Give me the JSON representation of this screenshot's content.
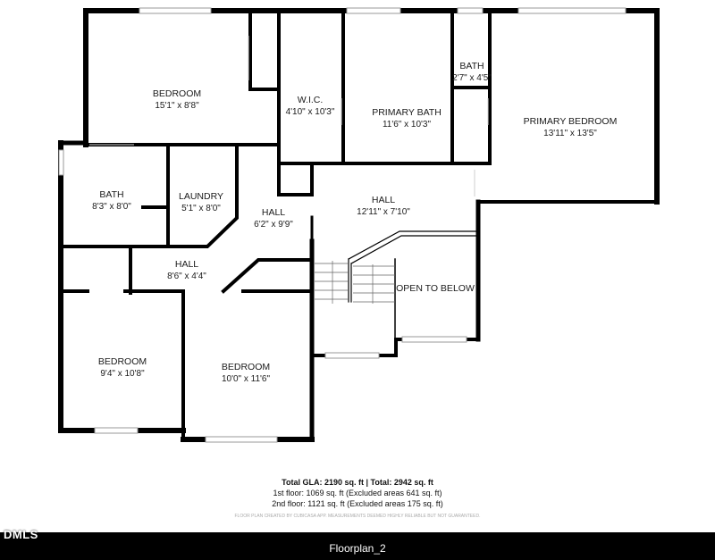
{
  "rooms": [
    {
      "name": "BEDROOM",
      "dim": "15'1\" x 8'8\""
    },
    {
      "name": "W.I.C.",
      "dim": "4'10\" x 10'3\""
    },
    {
      "name": "PRIMARY BATH",
      "dim": "11'6\" x 10'3\""
    },
    {
      "name": "BATH",
      "dim": "2'7\" x 4'5\""
    },
    {
      "name": "PRIMARY BEDROOM",
      "dim": "13'11\" x 13'5\""
    },
    {
      "name": "BATH",
      "dim": "8'3\" x 8'0\""
    },
    {
      "name": "LAUNDRY",
      "dim": "5'1\" x 8'0\""
    },
    {
      "name": "HALL",
      "dim": "6'2\" x 9'9\""
    },
    {
      "name": "HALL",
      "dim": "12'11\" x 7'10\""
    },
    {
      "name": "HALL",
      "dim": "8'6\" x 4'4\""
    },
    {
      "name": "OPEN TO BELOW",
      "dim": ""
    },
    {
      "name": "BEDROOM",
      "dim": "9'4\" x 10'8\""
    },
    {
      "name": "BEDROOM",
      "dim": "10'0\" x 11'6\""
    }
  ],
  "summary": {
    "total_label": "Total GLA: 2190 sq. ft | Total: 2942 sq. ft",
    "first_floor": "1st floor: 1069 sq. ft (Excluded areas 641 sq. ft)",
    "second_floor": "2nd floor: 1121 sq. ft (Excluded areas 175 sq. ft)",
    "disclaimer": "FLOOR PLAN CREATED BY CUBICASA APP. MEASUREMENTS DEEMED HIGHLY RELIABLE BUT NOT GUARANTEED."
  },
  "footer": {
    "title": "Floorplan_2",
    "mls": "DMLS"
  },
  "colors": {
    "wall": "#000000",
    "window": "#bbbbbb",
    "background": "#ffffff",
    "footer": "#000000"
  }
}
